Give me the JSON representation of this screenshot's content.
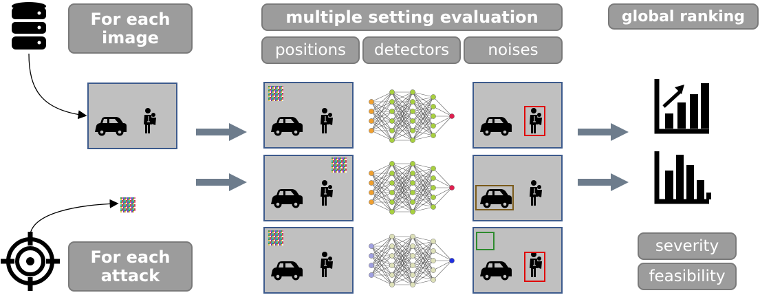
{
  "labels": {
    "for_each_image": "For each\nimage",
    "for_each_attack": "For each\nattack",
    "multiple_setting_evaluation": "multiple setting evaluation",
    "positions": "positions",
    "detectors": "detectors",
    "noises": "noises",
    "global_ranking": "global ranking",
    "severity": "severity",
    "feasibility": "feasibility"
  },
  "icons": [
    "database-icon",
    "target-icon",
    "car-icon",
    "person-with-child-icon",
    "neural-network-icon",
    "rising-chart-icon",
    "bar-chart-icon",
    "adversarial-patch-icon"
  ],
  "colors": {
    "label_pill": "#9c9c9c",
    "image_background": "#c0c0c0",
    "image_border": "#3c5a8c",
    "arrow": "#6d7c8c",
    "detection_person": "#e00000",
    "detection_car": "#7a5a1a",
    "detection_empty": "#2e8b2e"
  }
}
